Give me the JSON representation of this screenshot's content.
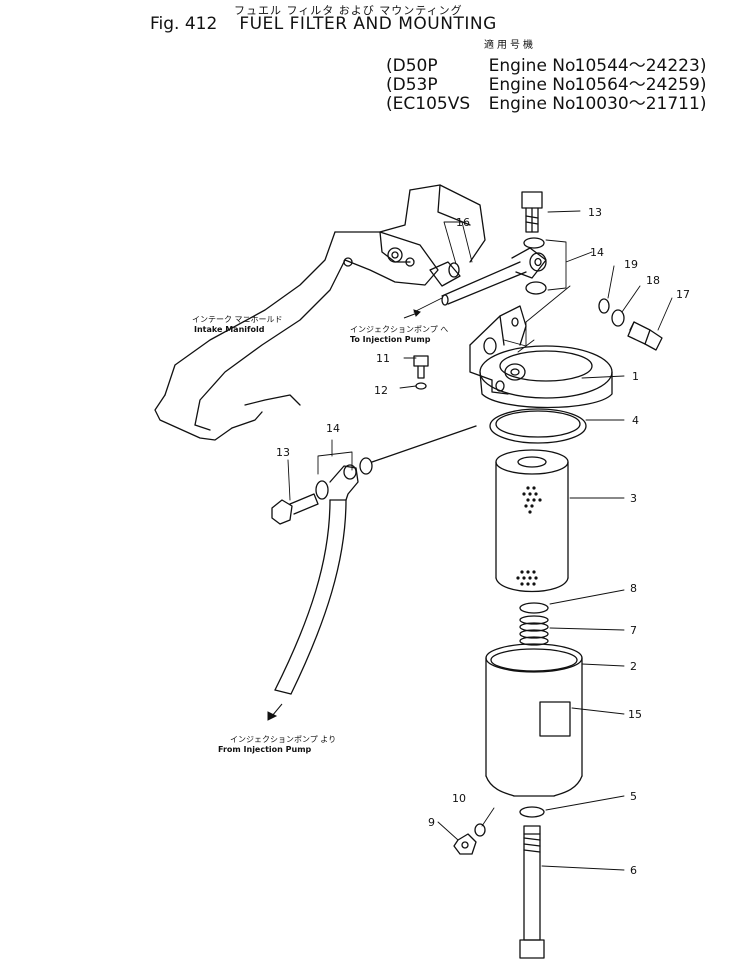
{
  "header": {
    "jp_title": "フュエル フィルタ および マウンティング",
    "fig_label": "Fig. 412",
    "title": "FUEL FILTER AND MOUNTING",
    "applicability_label": "適用号機",
    "engines": [
      {
        "open": "(",
        "model": "D50P",
        "engine": "Engine No.",
        "range": "10544～24223",
        "close": ")"
      },
      {
        "open": "(",
        "model": "D53P",
        "engine": "Engine No.",
        "range": "10564～24259",
        "close": ")"
      },
      {
        "open": "(",
        "model": "EC105VS",
        "engine": "Engine No.",
        "range": "10030～21711",
        "close": ")"
      }
    ]
  },
  "notes": {
    "intake_jp": "インテーク マニホールド",
    "intake_en": "Intake Manifold",
    "to_pump_jp": "インジェクションポンプ へ",
    "to_pump_en": "To Injection Pump",
    "from_pump_jp": "インジェクションポンプ より",
    "from_pump_en": "From Injection Pump"
  },
  "callouts": {
    "n1": "1",
    "n2": "2",
    "n3": "3",
    "n4": "4",
    "n5": "5",
    "n6": "6",
    "n7": "7",
    "n8": "8",
    "n9": "9",
    "n10": "10",
    "n11": "11",
    "n12": "12",
    "n13a": "13",
    "n13b": "13",
    "n14a": "14",
    "n14b": "14",
    "n15": "15",
    "n16": "16",
    "n17": "17",
    "n18": "18",
    "n19": "19"
  }
}
